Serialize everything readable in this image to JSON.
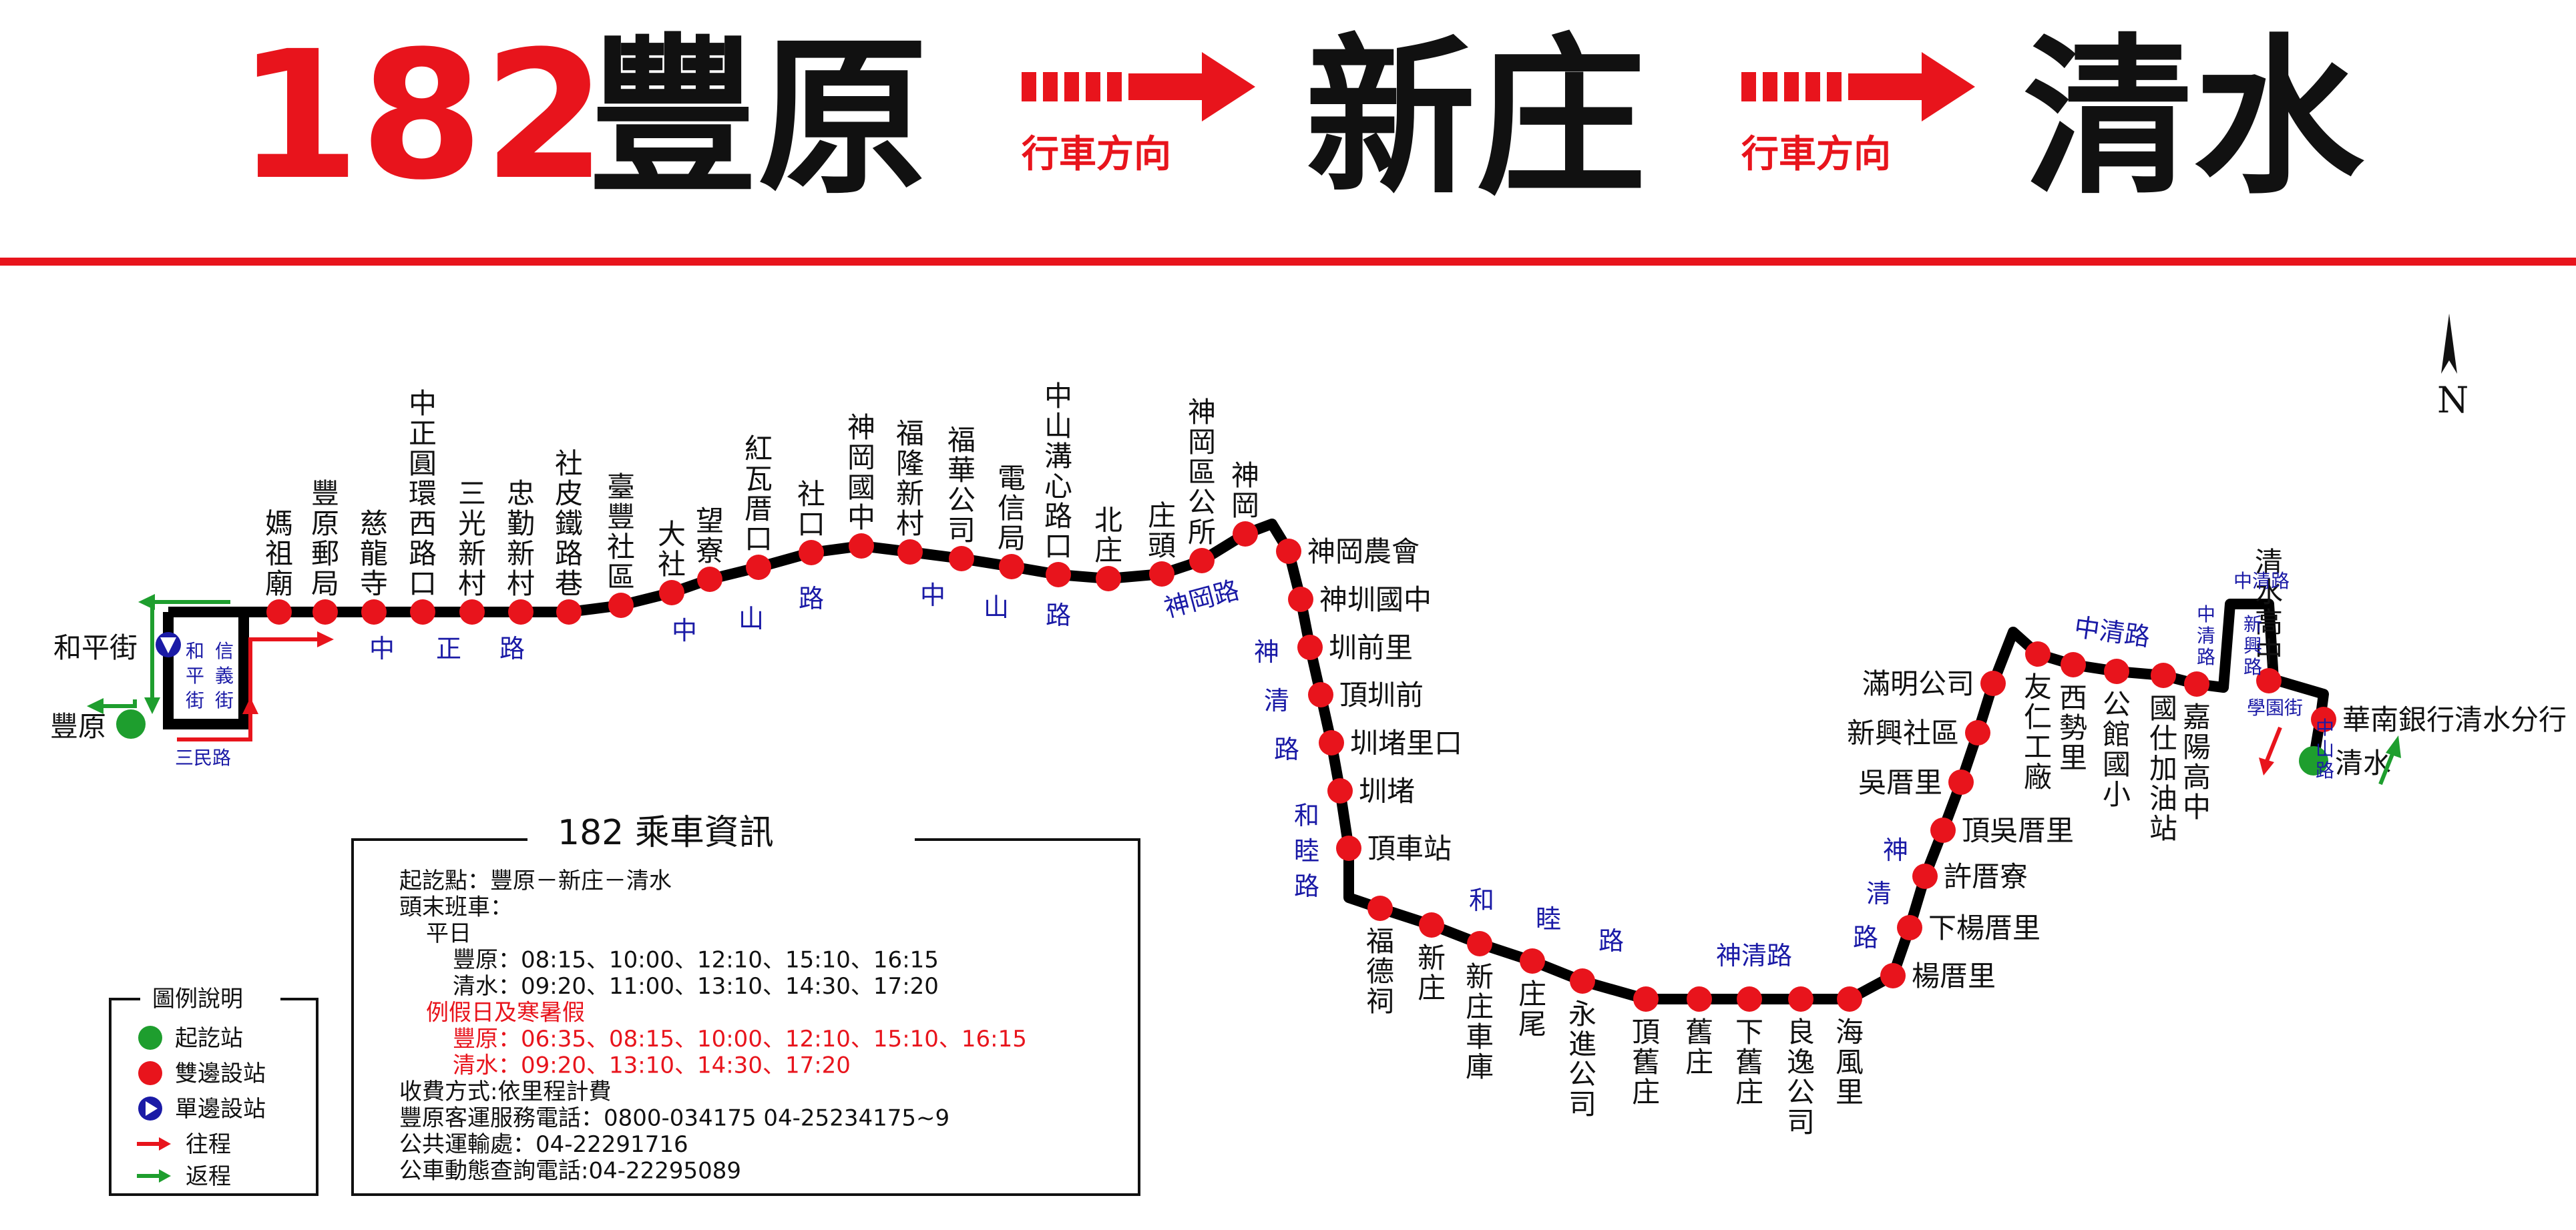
{
  "header": {
    "route_number": "182",
    "origin": "豐原",
    "via": "新庄",
    "destination": "清水",
    "direction_label": "行車方向",
    "accent_color": "#e8141c"
  },
  "north_label": "N",
  "terminals": {
    "start": "豐原",
    "end": "清水",
    "start_street": "和平街"
  },
  "stops": [
    "媽祖廟",
    "豐原郵局",
    "慈龍寺",
    "中正圓環西路口",
    "三光新村",
    "忠勤新村",
    "社皮鐵路巷",
    "臺豐社區",
    "大社",
    "望寮",
    "紅瓦厝口",
    "社口",
    "神岡國中",
    "福隆新村",
    "福華公司",
    "電信局",
    "中山溝心路口",
    "北庄",
    "庄頭",
    "神岡區公所",
    "神岡",
    "神岡農會",
    "神圳國中",
    "圳前里",
    "頂圳前",
    "圳堵里口",
    "圳堵",
    "頂車站",
    "福德祠",
    "新庄",
    "新庄車庫",
    "庄尾",
    "永進公司",
    "頂舊庄",
    "舊庄",
    "下舊庄",
    "良逸公司",
    "海風里",
    "楊厝里",
    "下楊厝里",
    "許厝寮",
    "頂吳厝里",
    "新興社區",
    "吳厝里",
    "滿明公司",
    "友仁工廠",
    "西勢里",
    "公館國小",
    "國仕加油站",
    "嘉陽高中",
    "清水高中",
    "華南銀行清水分行"
  ],
  "roads": {
    "minquan": "三民路",
    "heping": "和平街",
    "xinyi": "信義街",
    "zhongzheng": "中正路",
    "zhongshan1": "中山路",
    "zhongshan2": "中山路",
    "shengang": "神岡路",
    "shenqing1": "神清路",
    "hemu1": "和睦路",
    "hemu2": "和睦路",
    "shenqing2": "神清路",
    "shenqing3": "神清路",
    "zhongqing1": "中清路",
    "zhongqing2": "中清路",
    "zhongqing3": "中清路",
    "xinxing": "新興路",
    "xueyuan": "學園街",
    "zhongshan3": "中山路"
  },
  "info": {
    "title": "182 乘車資訊",
    "lines": [
      {
        "text": "起訖點：豐原－新庄－清水",
        "color": "black"
      },
      {
        "text": "頭末班車：",
        "color": "black"
      },
      {
        "text": "平日",
        "color": "black"
      },
      {
        "text": "豐原：08:15、10:00、12:10、15:10、16:15",
        "color": "black"
      },
      {
        "text": "清水：09:20、11:00、13:10、14:30、17:20",
        "color": "black"
      },
      {
        "text": "例假日及寒暑假",
        "color": "red"
      },
      {
        "text": "豐原：06:35、08:15、10:00、12:10、15:10、16:15",
        "color": "red"
      },
      {
        "text": "清水：09:20、13:10、14:30、17:20",
        "color": "red"
      },
      {
        "text": "收費方式:依里程計費",
        "color": "black"
      },
      {
        "text": "豐原客運服務電話：0800-034175  04-25234175~9",
        "color": "black"
      },
      {
        "text": "公共運輸處：04-22291716",
        "color": "black"
      },
      {
        "text": "公車動態查詢電話:04-22295089",
        "color": "black"
      }
    ]
  },
  "legend": {
    "title": "圖例說明",
    "items": [
      {
        "icon": "green-dot-icon",
        "label": "起訖站"
      },
      {
        "icon": "red-dot-icon",
        "label": "雙邊設站"
      },
      {
        "icon": "blue-triangle-icon",
        "label": "單邊設站"
      },
      {
        "icon": "red-arrow-icon",
        "label": "往程"
      },
      {
        "icon": "green-arrow-icon",
        "label": "返程"
      }
    ]
  },
  "colors": {
    "red": "#e8141c",
    "green": "#1e9e2e",
    "blue": "#1a1aa6",
    "route": "#000000"
  }
}
